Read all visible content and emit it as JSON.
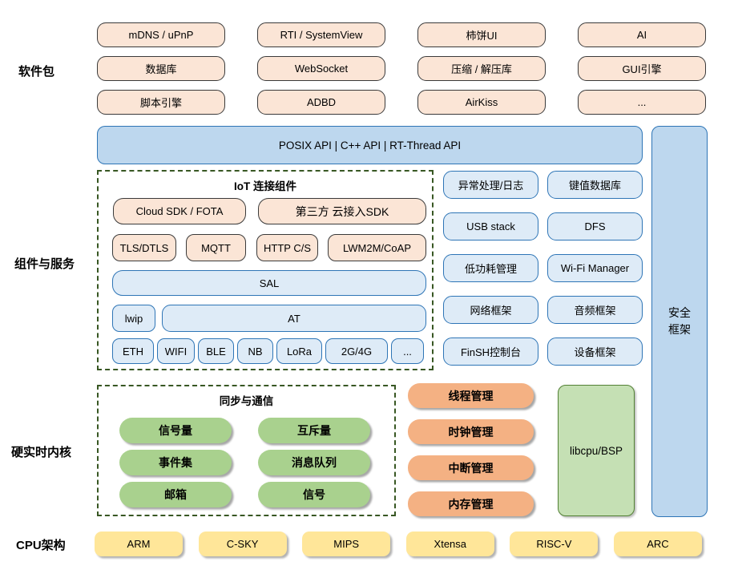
{
  "section_labels": {
    "packages": "软件包",
    "components": "组件与服务",
    "kernel": "硬实时内核",
    "cpu": "CPU架构"
  },
  "packages": {
    "items": [
      "mDNS / uPnP",
      "RTI / SystemView",
      "柿饼UI",
      "AI",
      "数据库",
      "WebSocket",
      "压缩 / 解压库",
      "GUI引擎",
      "脚本引擎",
      "ADBD",
      "AirKiss",
      "..."
    ]
  },
  "api_bar": {
    "label": "POSIX API  |  C++ API  |  RT-Thread API"
  },
  "security_bar": {
    "label": "安全\n框架"
  },
  "iot": {
    "title": "IoT 连接组件",
    "cloud_sdk": "Cloud SDK / FOTA",
    "third_party_sdk": "第三方 云接入SDK",
    "protocols": [
      "TLS/DTLS",
      "MQTT",
      "HTTP C/S",
      "LWM2M/CoAP"
    ],
    "sal": "SAL",
    "lwip": "lwip",
    "at": "AT",
    "links": [
      "ETH",
      "WIFI",
      "BLE",
      "NB",
      "LoRa",
      "2G/4G",
      "..."
    ]
  },
  "services": {
    "items": [
      "异常处理/日志",
      "键值数据库",
      "USB stack",
      "DFS",
      "低功耗管理",
      "Wi-Fi Manager",
      "网络框架",
      "音频框架",
      "FinSH控制台",
      "设备框架"
    ]
  },
  "sync": {
    "title": "同步与通信",
    "items": [
      "信号量",
      "互斥量",
      "事件集",
      "消息队列",
      "邮箱",
      "信号"
    ]
  },
  "management": {
    "items": [
      "线程管理",
      "时钟管理",
      "中断管理",
      "内存管理"
    ]
  },
  "libcpu": {
    "label": "libcpu/BSP"
  },
  "cpu_archs": {
    "items": [
      "ARM",
      "C-SKY",
      "MIPS",
      "Xtensa",
      "RISC-V",
      "ARC"
    ]
  },
  "colors": {
    "peach_fill": "#FBE5D6",
    "peach_border": "#3A3A3A",
    "blue_fill": "#DEEBF7",
    "blue_border": "#2E75B6",
    "blue_bar_fill": "#BDD7EE",
    "green_pill": "#A9D18E",
    "libcpu_fill": "#C5E0B4",
    "libcpu_border": "#538135",
    "orange_pill": "#F4B183",
    "yellow_fill": "#FFE699",
    "dashed_border": "#385723"
  }
}
